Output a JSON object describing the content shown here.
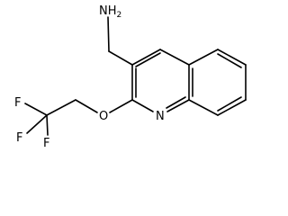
{
  "molecule": {
    "atoms": {
      "amine": "NH",
      "amine_subscript": "2",
      "ring_nitrogen": "N",
      "ether_oxygen": "O",
      "fluorine_1": "F",
      "fluorine_2": "F",
      "fluorine_3": "F"
    }
  },
  "colors": {
    "bond": "#000000",
    "label": "#000000",
    "background": "#ffffff"
  }
}
